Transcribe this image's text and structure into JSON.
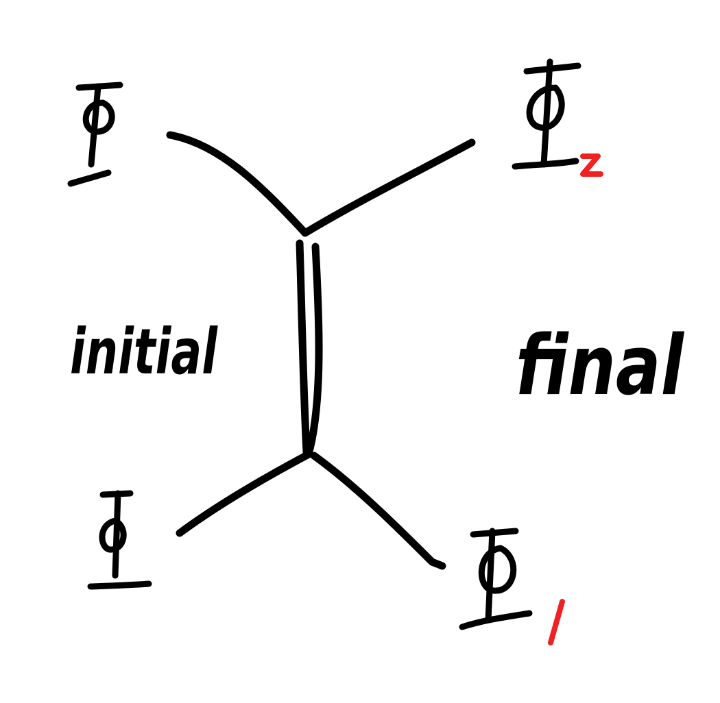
{
  "diagram": {
    "region_labels": {
      "left": "initial",
      "right": "final"
    },
    "field_symbol": "Φ",
    "subscripts": {
      "upper_right": "2",
      "lower_right": "1"
    },
    "colors": {
      "ink": "#000000",
      "subscript": "#ee2222",
      "background": "#ffffff"
    }
  }
}
